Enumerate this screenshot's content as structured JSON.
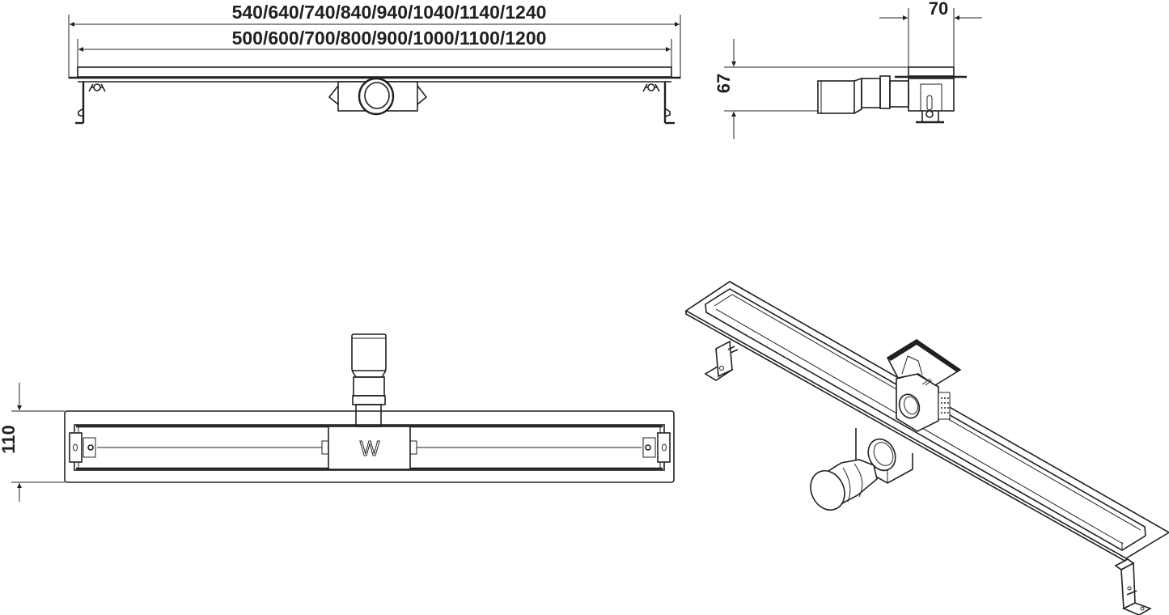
{
  "drawing": {
    "subject": "linear shower drain technical drawing",
    "colors": {
      "line": "#231f20",
      "background": "#ffffff"
    },
    "front_view": {
      "overall_length_label": "540/640/740/840/940/1040/1140/1240",
      "channel_length_label": "500/600/700/800/900/1000/1100/1200"
    },
    "side_view": {
      "width_label": "70",
      "height_label": "67"
    },
    "top_view": {
      "width_label": "110",
      "outlet_mark": "W"
    },
    "isometric_view": {
      "label": ""
    }
  }
}
